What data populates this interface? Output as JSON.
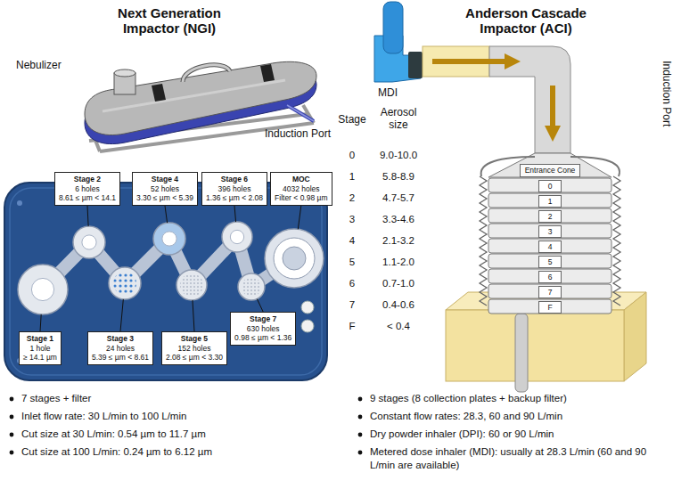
{
  "diagram": {
    "nodes": [
      {
        "text": [
          "Stage 2",
          "6 holes",
          "8.61 ≤ µm < 14.1"
        ]
      },
      {
        "text": [
          "Stage 4",
          "52 holes",
          "3.30 ≤ µm < 5.39"
        ]
      },
      {
        "text": [
          "Stage 6",
          "396 holes",
          "1.36 ≤ µm < 2.08"
        ]
      },
      {
        "text": [
          "MOC",
          "4032 holes",
          "Filter < 0.98 µm"
        ]
      },
      {
        "text": [
          "Stage 1",
          "1 hole",
          "≥ 14.1 µm"
        ]
      },
      {
        "text": [
          "Stage 3",
          "24 holes",
          "5.39 ≤ µm < 8.61"
        ]
      },
      {
        "text": [
          "Stage 5",
          "152 holes",
          "2.08 ≤ µm < 3.30"
        ]
      },
      {
        "text": [
          "Stage 7",
          "630 holes",
          "0.98 ≤ µm < 1.36"
        ]
      },
      {
        "text": [
          "Entrance Cone"
        ]
      },
      {
        "text": [
          "0"
        ]
      },
      {
        "text": [
          "1"
        ]
      },
      {
        "text": [
          "2"
        ]
      },
      {
        "text": [
          "3"
        ]
      },
      {
        "text": [
          "4"
        ]
      },
      {
        "text": [
          "5"
        ]
      },
      {
        "text": [
          "6"
        ]
      },
      {
        "text": [
          "7"
        ]
      },
      {
        "text": [
          "F"
        ]
      }
    ],
    "labels": [
      "Next Generation Impactor (NGI)",
      "Nebulizer",
      "Induction Port",
      "Anderson Cascade Impactor (ACI)",
      "MDI",
      "Induction Port",
      "Stage",
      "Aerosol size",
      "0",
      "9.0-10.0",
      "1",
      "5.8-8.9",
      "2",
      "4.7-5.7",
      "3",
      "3.3-4.6",
      "4",
      "2.1-3.2",
      "5",
      "1.1-2.0",
      "6",
      "0.7-1.0",
      "7",
      "0.4-0.6",
      "F",
      "< 0.4",
      "7 stages + filter",
      "Inlet flow rate: 30 L/min to 100 L/min",
      "Cut size at 30 L/min: 0.54 µm to 11.7 µm",
      "Cut size at 100 L/min: 0.24 µm to 6.12 µm",
      "9 stages (8 collection plates + backup filter)",
      "Constant flow rates: 28.3, 60 and 90 L/min",
      "Dry powder inhaler (DPI): 60 or 90 L/min",
      "Metered dose inhaler (MDI): usually at 28.3 L/min (60 and 90 L/min are available)"
    ]
  }
}
